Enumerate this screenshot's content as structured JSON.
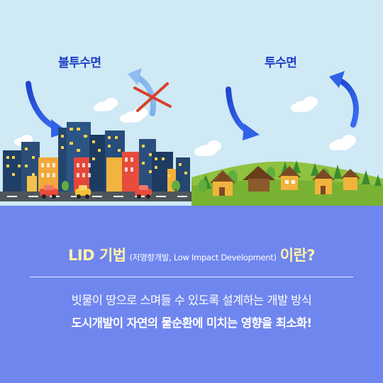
{
  "scene": {
    "left_label": "불투수면",
    "right_label": "투수면"
  },
  "info": {
    "heading_main": "LID 기법",
    "heading_sub": "(저영향개발, Low Impact Development)",
    "heading_tail": "이란?",
    "line1": "빗물이 땅으로 스며들 수 있도록 설계하는 개발 방식",
    "line2": "도시개발이 자연의 물순환에 미치는 영향을 최소화!"
  },
  "colors": {
    "sky": "#cfe9f5",
    "panel": "#6f86ef",
    "accent_text": "#fff3a8",
    "arrow_blue": "#2753d9",
    "cross_red": "#d8402a"
  }
}
